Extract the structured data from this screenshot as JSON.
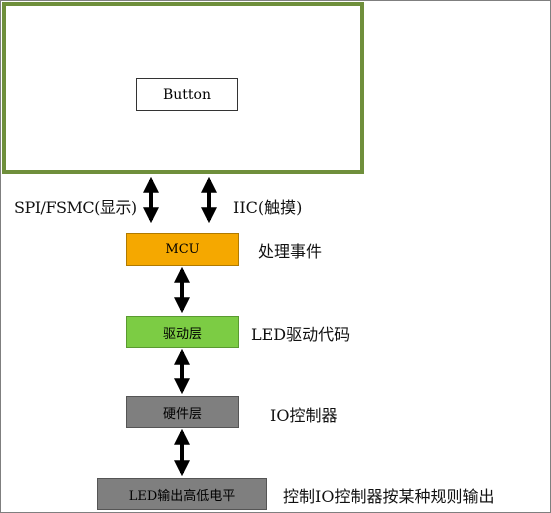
{
  "screen": {
    "button_label": "Button"
  },
  "interfaces": {
    "display": "SPI/FSMC(显示)",
    "touch": "IIC(触摸)"
  },
  "layers": [
    {
      "box": "MCU",
      "note": "处理事件",
      "color": "#f5a800"
    },
    {
      "box": "驱动层",
      "note": "LED驱动代码",
      "color": "#7ccc44"
    },
    {
      "box": "硬件层",
      "note": "IO控制器",
      "color": "#7f7f7f"
    },
    {
      "box": "LED输出高低电平",
      "note": "控制IO控制器按某种规则输出",
      "color": "#7f7f7f"
    }
  ]
}
